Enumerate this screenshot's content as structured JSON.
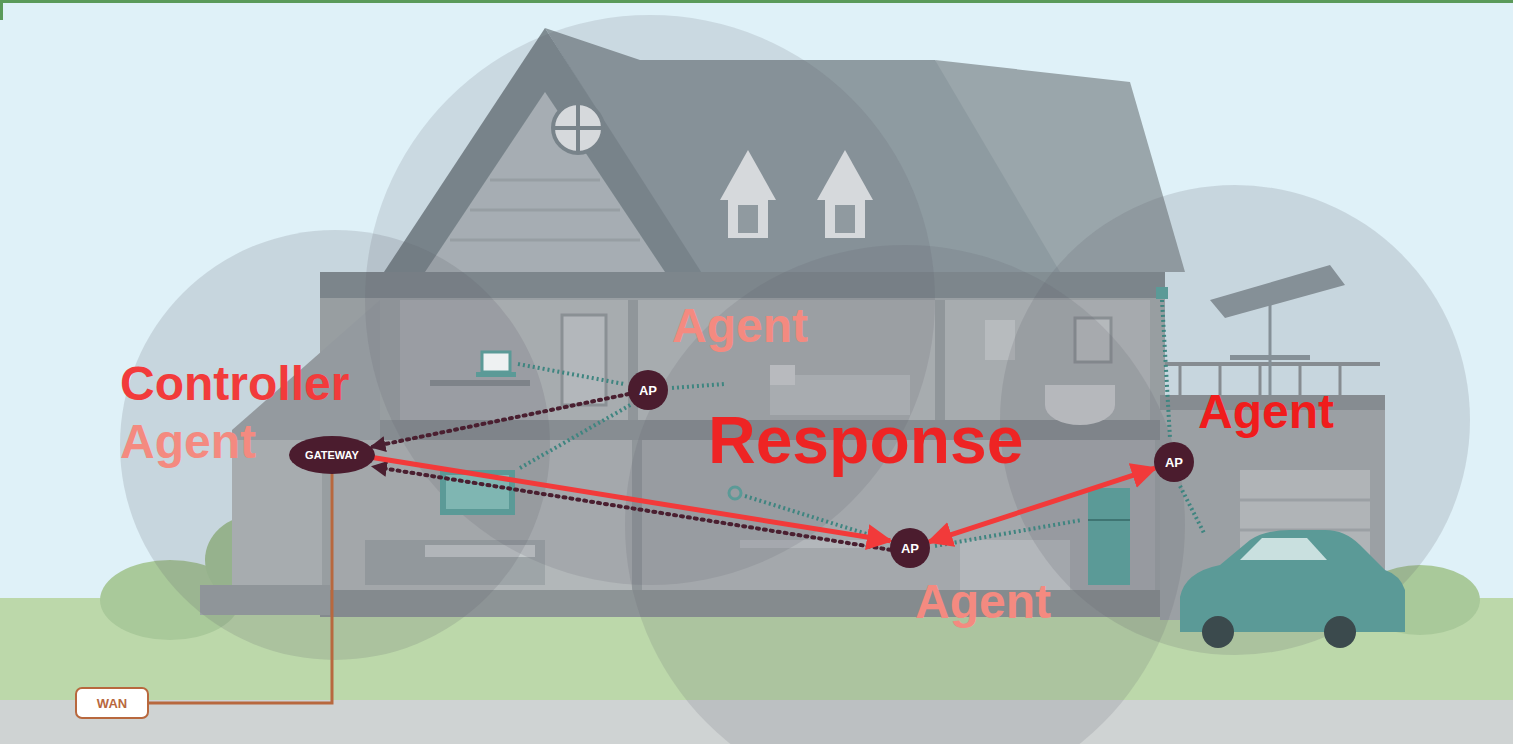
{
  "diagram": {
    "nodes": [
      {
        "text": [
          "GATEWAY"
        ]
      },
      {
        "text": [
          "AP"
        ]
      },
      {
        "text": [
          "AP"
        ]
      },
      {
        "text": [
          "AP"
        ]
      },
      {
        "text": [
          "WAN"
        ]
      }
    ],
    "edges": [
      {
        "from": 1,
        "to": 0,
        "arrow": "to"
      },
      {
        "from": 2,
        "to": 0,
        "arrow": "to"
      },
      {
        "from": 0,
        "to": 2,
        "arrow": "to"
      },
      {
        "from": 2,
        "to": 3,
        "arrow": "both"
      },
      {
        "from": 4,
        "to": 0,
        "arrow": "none"
      }
    ],
    "labels": [
      "Controller",
      "Agent",
      "Agent",
      "Response",
      "Agent",
      "Agent"
    ]
  }
}
